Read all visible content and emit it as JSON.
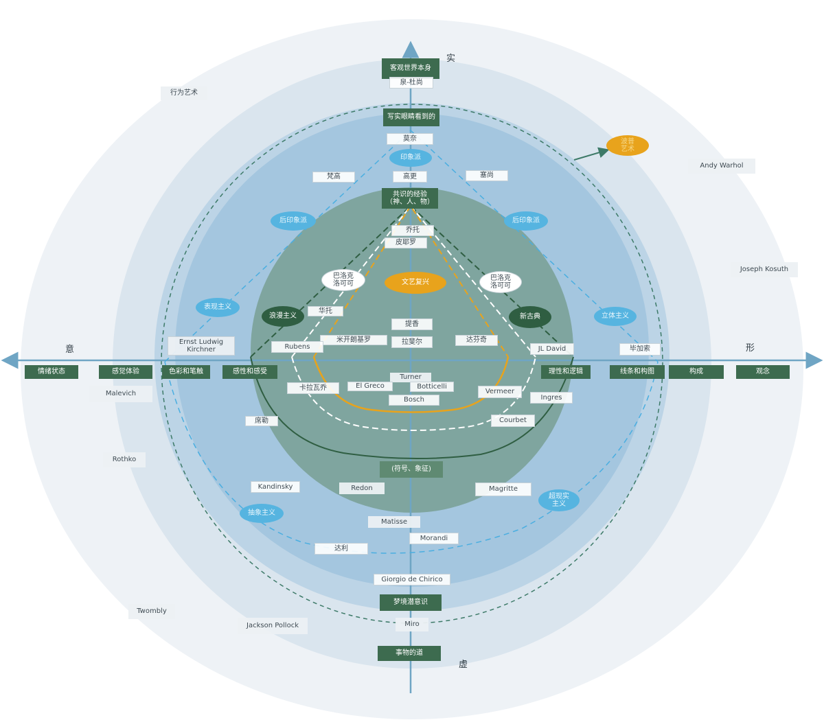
{
  "axis_labels": {
    "top": "实",
    "bottom": "虚",
    "left": "意",
    "right": "形"
  },
  "vertical_axis": {
    "top_title": "客观世界本身",
    "duchamp": "泉-杜尚",
    "seen": "写实眼睛看到的",
    "monet": "莫奈",
    "gauguin": "高更",
    "consensus": "共识的经验\n（神、人、物）",
    "giotto": "乔托",
    "piero": "皮耶罗",
    "titian": "提香",
    "raphael": "拉斐尔",
    "turner": "Turner",
    "bosch": "Bosch",
    "symbol": "(符号、象征)",
    "matisse": "Matisse",
    "morandi": "Morandi",
    "chirico": "Giorgio de Chirico",
    "dream": "梦境潜意识",
    "miro": "Miro",
    "dao": "事物的道"
  },
  "horizontal_axis": {
    "emotion": "情绪状态",
    "sensory": "感觉体验",
    "color": "色彩和笔触",
    "perception": "感性和感受",
    "reason": "理性和逻辑",
    "line": "线条和构图",
    "composition": "构成",
    "concept": "观念"
  },
  "movements": {
    "impressionism": "印象派",
    "post_impressionism_left": "后印象派",
    "post_impressionism_right": "后印象派",
    "expressionism": "表现主义",
    "cubism": "立体主义",
    "abstraction": "抽象主义",
    "surrealism": "超现实\n主义",
    "baroque_left": "巴洛克\n洛可可",
    "baroque_right": "巴洛克\n洛可可",
    "renaissance": "文艺复兴",
    "romanticism": "浪漫主义",
    "neoclassicism": "新古典",
    "popart": "波普\n艺术"
  },
  "artists": {
    "performance": "行为艺术",
    "warhol": "Andy Warhol",
    "kosuth": "Joseph Kosuth",
    "vangogh": "梵高",
    "cezanne": "塞尚",
    "watteau": "华托",
    "michelangelo": "米开朗基罗",
    "davinci": "达芬奇",
    "kirchner": "Ernst Ludwig\nKirchner",
    "rubens": "Rubens",
    "jldavid": "JL David",
    "picasso": "毕加索",
    "malevich": "Malevich",
    "caravaggio": "卡拉瓦乔",
    "elgreco": "El Greco",
    "botticelli": "Botticelli",
    "vermeer": "Vermeer",
    "ingres": "Ingres",
    "courbet": "Courbet",
    "delacroix": "席勒",
    "rothko": "Rothko",
    "kandinsky": "Kandinsky",
    "redon": "Redon",
    "magritte": "Magritte",
    "dali": "达利",
    "twombly": "Twombly",
    "pollock": "Jackson Pollock"
  },
  "colors": {
    "ring_outer": "#eef2f6",
    "ring_2": "#dae5ee",
    "ring_3": "#bcd4e6",
    "ring_4": "#a4c6df",
    "core": "#7fa59f",
    "dark_box": "#3d6b4f",
    "blue_oval": "#56b4e0",
    "orange": "#e8a31c",
    "axis": "#6fa5c4"
  }
}
